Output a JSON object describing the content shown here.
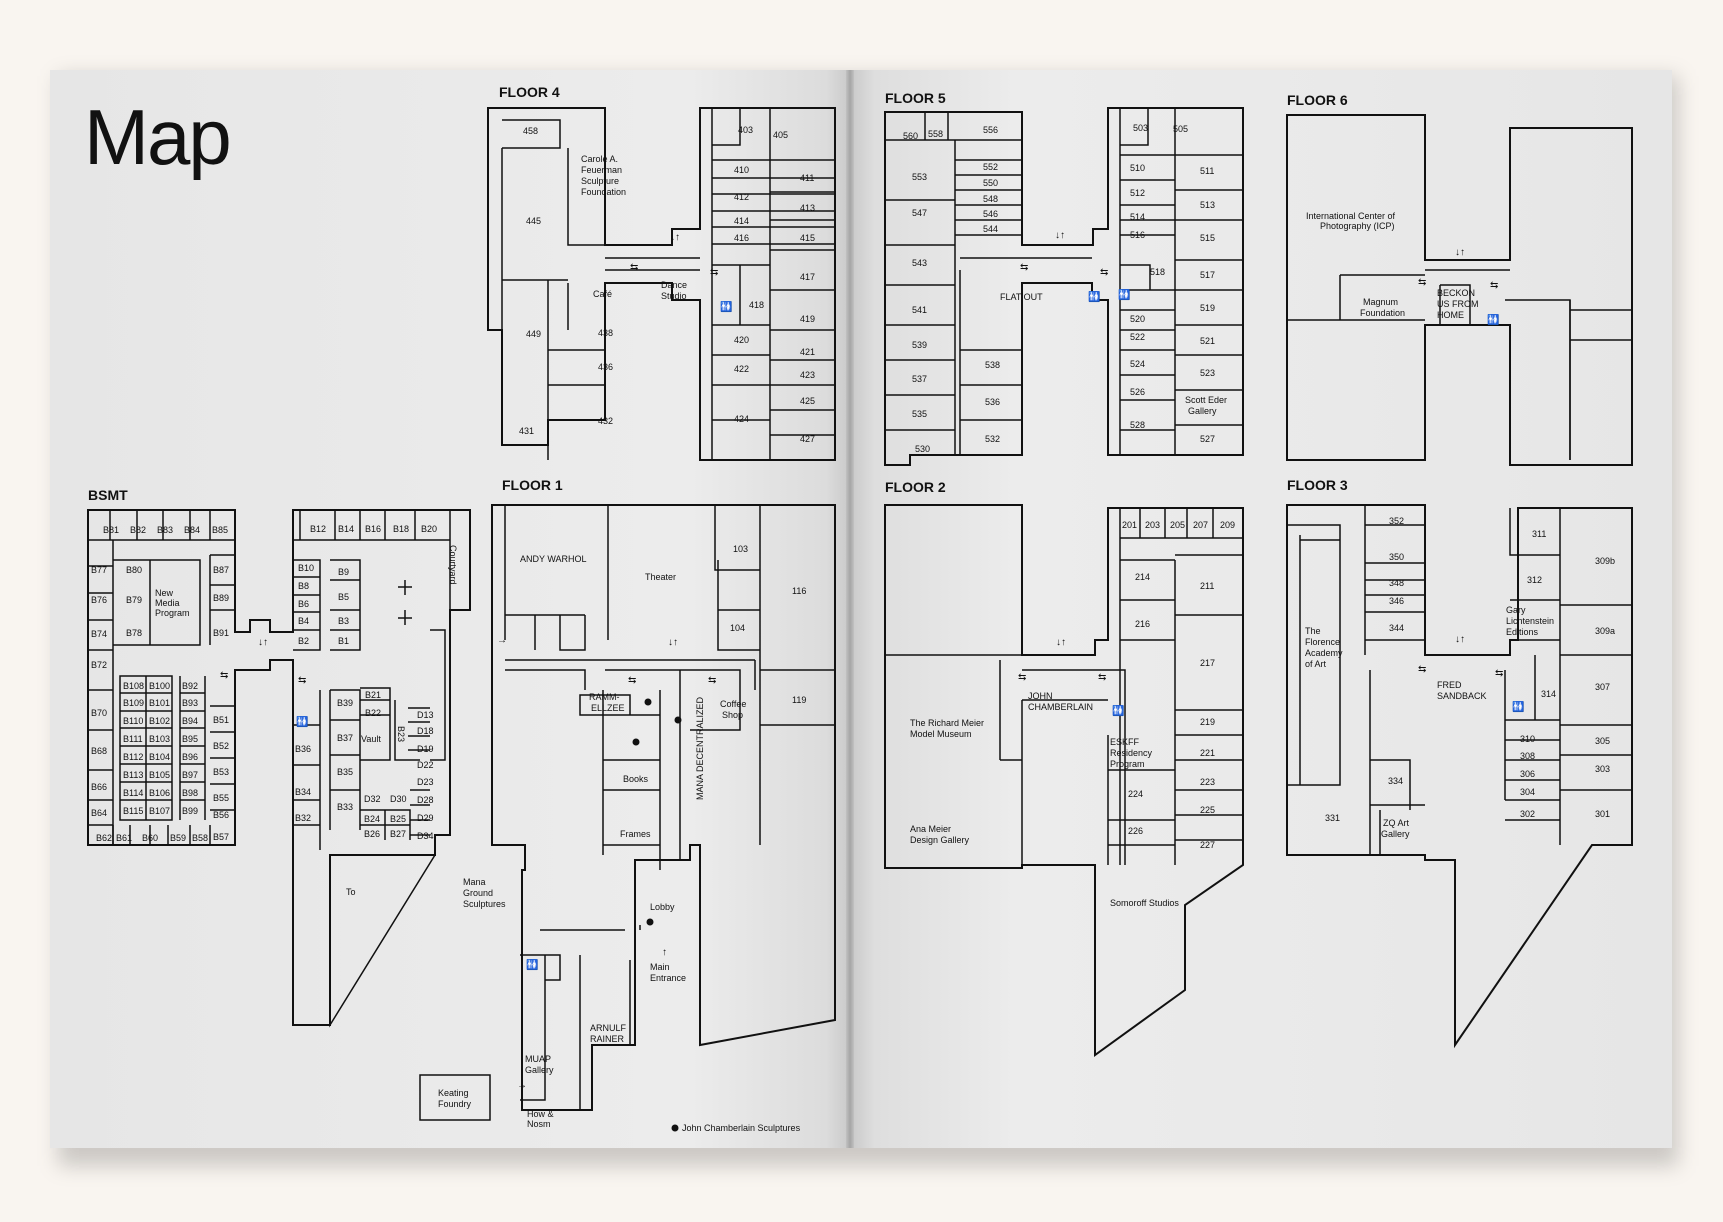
{
  "title": "Map",
  "floors": {
    "floor4": "FLOOR 4",
    "floor5": "FLOOR 5",
    "floor6": "FLOOR 6",
    "bsmt": "BSMT",
    "floor1": "FLOOR 1",
    "floor2": "FLOOR 2",
    "floor3": "FLOOR 3"
  },
  "floor4_labels": [
    "458",
    "445",
    "449",
    "431",
    "Carole A.",
    "Feuerman",
    "Sculpture",
    "Foundation",
    "Café",
    "438",
    "436",
    "432",
    "Dance",
    "Studio",
    "403",
    "405",
    "410",
    "412",
    "414",
    "416",
    "418",
    "420",
    "422",
    "424",
    "411",
    "413",
    "415",
    "417",
    "419",
    "421",
    "423",
    "425",
    "427"
  ],
  "floor5_labels": [
    "560",
    "558",
    "556",
    "553",
    "552",
    "550",
    "548",
    "546",
    "544",
    "547",
    "543",
    "541",
    "539",
    "537",
    "535",
    "530",
    "538",
    "536",
    "532",
    "FLAT OUT",
    "503",
    "505",
    "510",
    "512",
    "514",
    "516",
    "518",
    "520",
    "522",
    "524",
    "526",
    "528",
    "511",
    "513",
    "515",
    "517",
    "519",
    "521",
    "523",
    "Scott Eder",
    "Gallery",
    "527"
  ],
  "floor6_labels": [
    "International Center of",
    "Photography (ICP)",
    "Magnum",
    "Foundation",
    "BECKON",
    "US FROM",
    "HOME"
  ],
  "bsmt_labels": [
    "B81",
    "B82",
    "B83",
    "B84",
    "B85",
    "B77",
    "B80",
    "B87",
    "B76",
    "B79",
    "B89",
    "B74",
    "B78",
    "B91",
    "B72",
    "New",
    "Media",
    "Program",
    "B108",
    "B100",
    "B92",
    "B109",
    "B101",
    "B93",
    "B110",
    "B102",
    "B94",
    "B111",
    "B103",
    "B95",
    "B112",
    "B104",
    "B96",
    "B113",
    "B105",
    "B97",
    "B114",
    "B106",
    "B98",
    "B115",
    "B107",
    "B99",
    "B70",
    "B68",
    "B66",
    "B64",
    "B62",
    "B61",
    "B60",
    "B59",
    "B58",
    "B51",
    "B52",
    "B53",
    "B55",
    "B56",
    "B57",
    "B12",
    "B14",
    "B16",
    "B18",
    "B20",
    "Courtyard",
    "B10",
    "B9",
    "B8",
    "B6",
    "B5",
    "B4",
    "B3",
    "B2",
    "B1",
    "B39",
    "B21",
    "B22",
    "B37",
    "Vault",
    "B23",
    "D13",
    "D18",
    "D19",
    "D22",
    "B36",
    "B35",
    "B34",
    "D32",
    "D30",
    "D23",
    "D28",
    "B33",
    "B32",
    "B24",
    "B25",
    "D29",
    "B26",
    "B27",
    "D34",
    "To"
  ],
  "floor1_labels": [
    "ANDY WARHOL",
    "Theater",
    "103",
    "116",
    "104",
    "119",
    "RAMM-",
    "ELLZEE",
    "MANA DECENTRALIZED",
    "Coffee",
    "Shop",
    "Books",
    "Frames",
    "Lobby",
    "Mana",
    "Ground",
    "Sculptures",
    "Main",
    "Entrance",
    "ARNULF",
    "RAINER",
    "MUAP",
    "Gallery",
    "How &",
    "Nosm",
    "Keating",
    "Foundry"
  ],
  "floor2_labels": [
    "201",
    "203",
    "205",
    "207",
    "209",
    "214",
    "211",
    "216",
    "217",
    "The Richard Meier",
    "Model Museum",
    "JOHN",
    "CHAMBERLAIN",
    "ESKFF",
    "Residency",
    "Program",
    "219",
    "221",
    "224",
    "223",
    "225",
    "226",
    "227",
    "Ana Meier",
    "Design Gallery",
    "Somoroff Studios"
  ],
  "floor3_labels": [
    "352",
    "350",
    "348",
    "346",
    "344",
    "311",
    "309b",
    "312",
    "Gary",
    "Lichtenstein",
    "Editions",
    "309a",
    "The",
    "Florence",
    "Academy",
    "of Art",
    "FRED",
    "SANDBACK",
    "314",
    "307",
    "310",
    "308",
    "305",
    "306",
    "303",
    "304",
    "302",
    "301",
    "334",
    "331",
    "ZQ Art",
    "Gallery"
  ],
  "legend": "John Chamberlain Sculptures"
}
